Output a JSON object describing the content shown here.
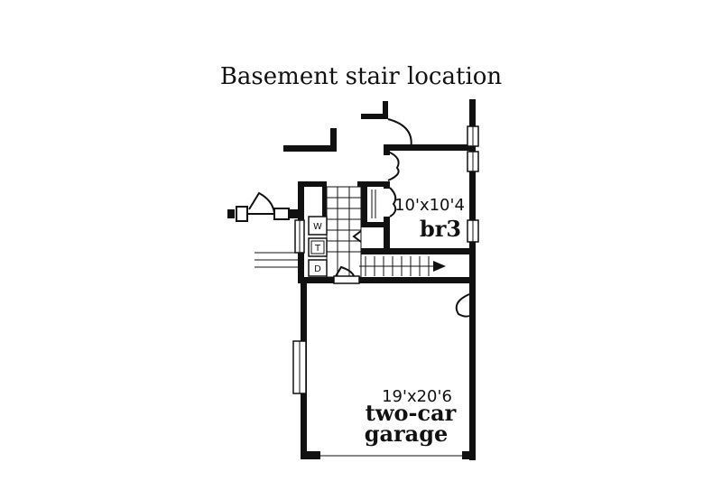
{
  "title": "Basement stair location",
  "rooms": {
    "bedroom": {
      "dimensions": "10'x10'4",
      "name": "br3"
    },
    "garage": {
      "dimensions": "19'x20'6",
      "name_line1": "two-car",
      "name_line2": "garage"
    }
  },
  "appliances": {
    "washer": "W",
    "tub": "T",
    "dryer": "D"
  }
}
